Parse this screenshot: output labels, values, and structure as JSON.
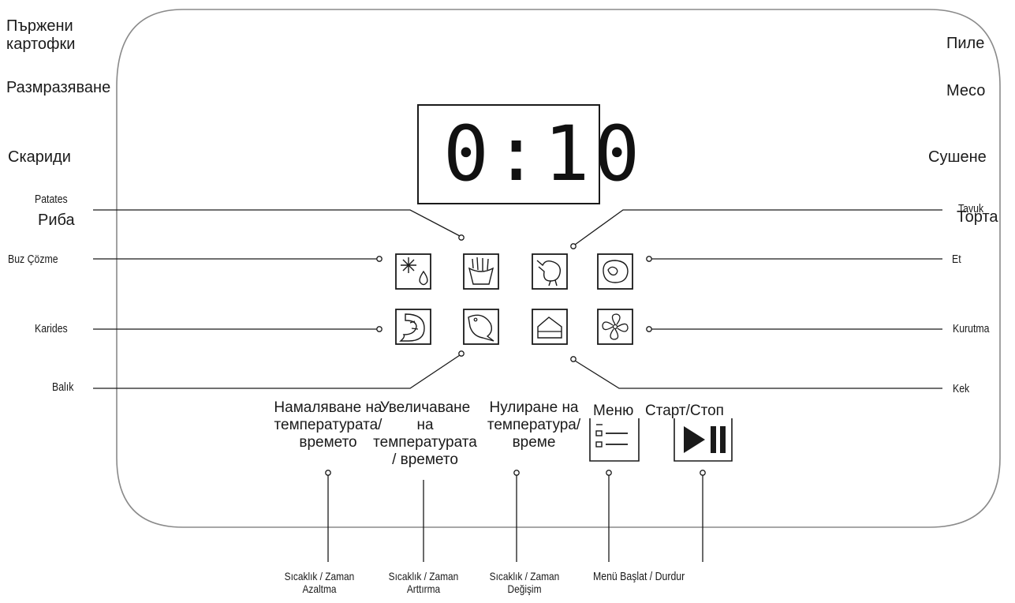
{
  "display": {
    "time": "0:10"
  },
  "labels_bg": {
    "fries": "Пържени\nкартофки",
    "defrost": "Размразяване",
    "shrimp": "Скариди",
    "fish": "Риба",
    "chicken": "Пиле",
    "meat": "Месо",
    "drying": "Сушене",
    "cake": "Торта",
    "decrease": "Намаляване на\nтемпературата/\nвремето",
    "increase": "Увеличаване\nна\nтемпературата\n/ времето",
    "reset": "Нулиране на\nтемпература/\nвреме",
    "menu": "Меню",
    "start_stop": "Старт/Стоп"
  },
  "labels_tr": {
    "patates": "Patates",
    "buz_cozme": "Buz Çözme",
    "karides": "Karides",
    "balik": "Balık",
    "tavuk": "Tavuk",
    "et": "Et",
    "kurutma": "Kurutma",
    "kek": "Kek",
    "decrease": "Sıcaklık / Zaman\nAzaltma",
    "increase": "Sıcaklık / Zaman\nArttırma",
    "change": "Sıcaklık / Zaman\nDeğişim",
    "menu_start": "Menü Başlat / Durdur"
  },
  "icons": [
    "snowflake-drop-icon",
    "fries-icon",
    "chicken-leg-icon",
    "steak-icon",
    "shrimp-icon",
    "fish-icon",
    "cake-slice-icon",
    "fan-icon",
    "menu-list-icon",
    "play-pause-icon"
  ]
}
